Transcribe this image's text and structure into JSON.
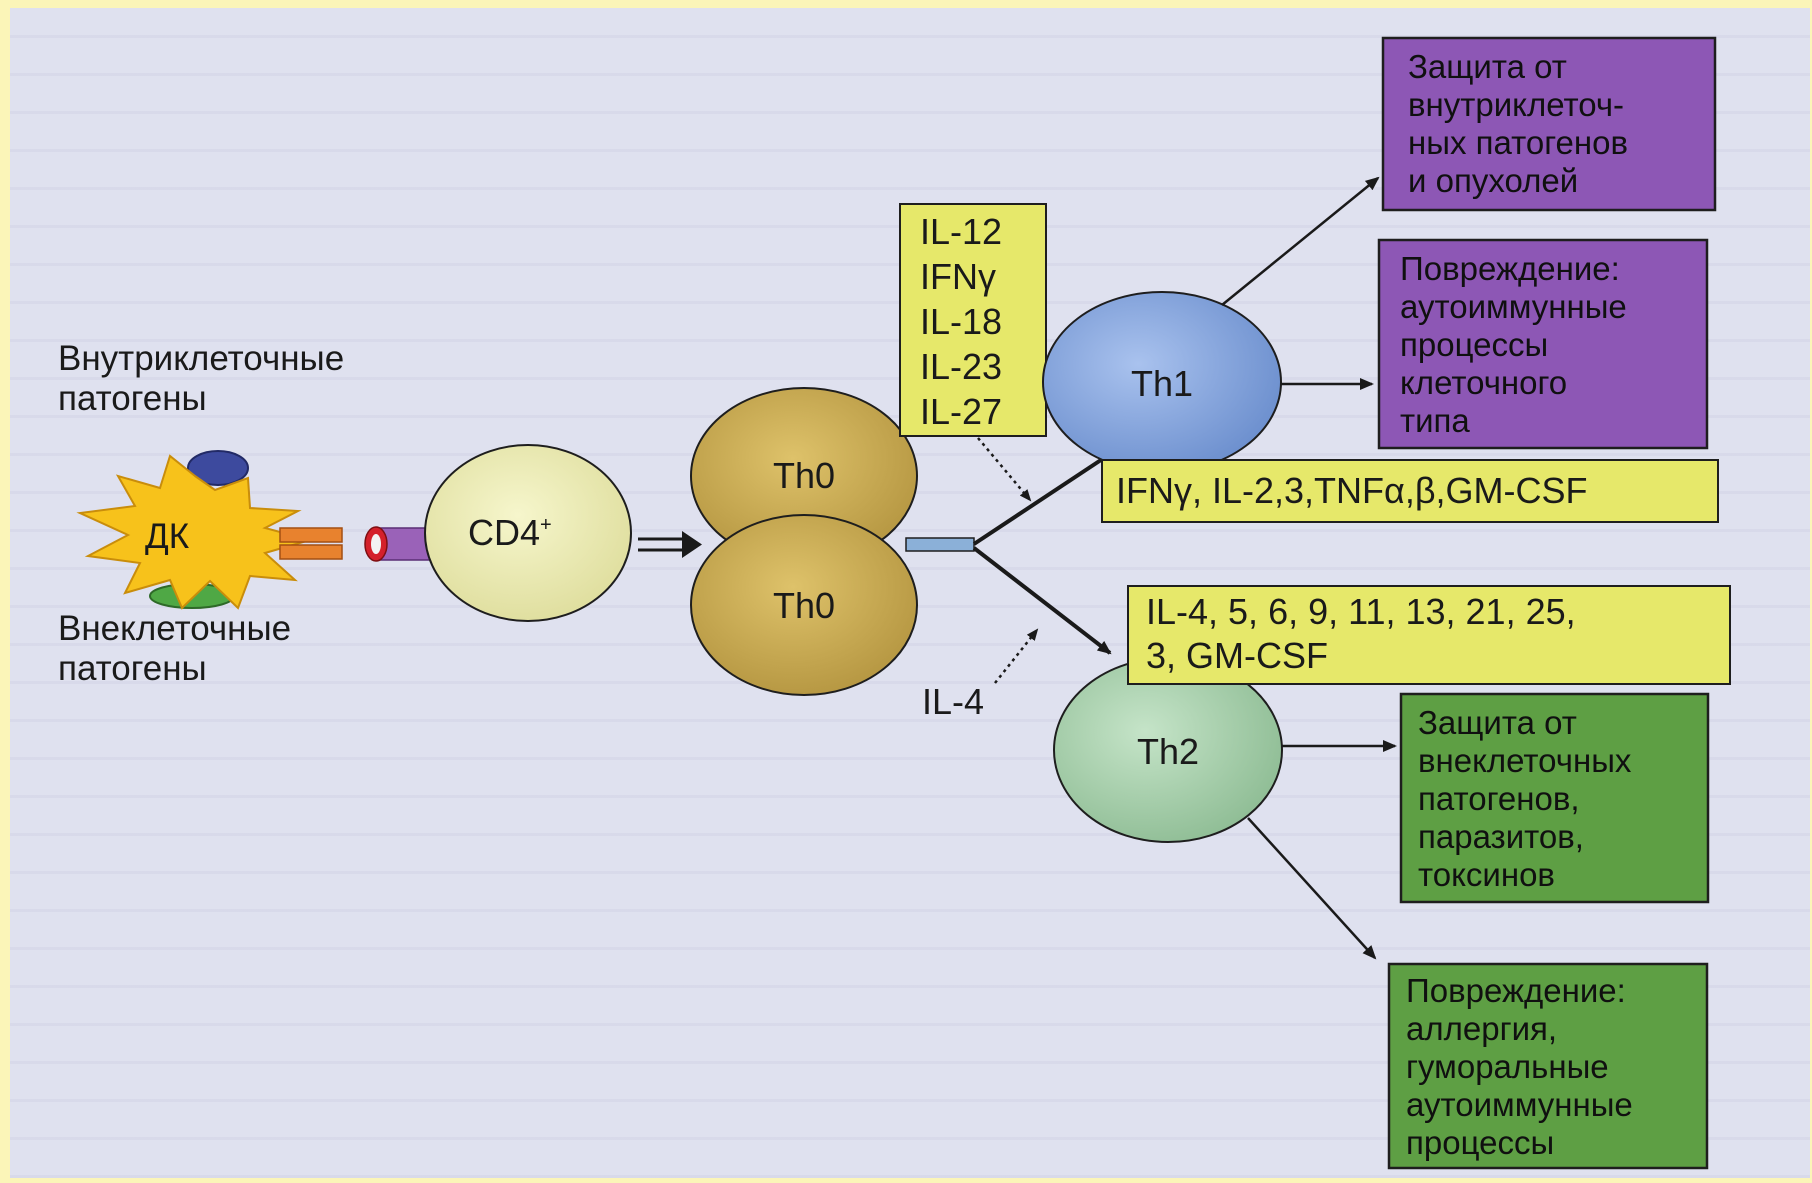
{
  "pathogens": {
    "intracellular": [
      "Внутриклеточные",
      "патогены"
    ],
    "extracellular": [
      "Внеклеточные",
      "патогены"
    ]
  },
  "cells": {
    "dc": "ДК",
    "cd4": "CD4",
    "cd4_sup": "+",
    "th0_top": "Th0",
    "th0_bottom": "Th0",
    "th1": "Th1",
    "th2": "Th2"
  },
  "inducers": {
    "th1_inducing": [
      "IL-12",
      "IFNγ",
      "IL-18",
      "IL-23",
      "IL-27"
    ],
    "th2_inducing": "IL-4"
  },
  "secreted": {
    "th1_cytokines": "IFNγ, IL-2,3,TNFα,β,GM-CSF",
    "th2_cytokines": [
      "IL-4, 5, 6, 9, 11, 13, 21, 25,",
      "3, GM-CSF"
    ]
  },
  "outcomes": {
    "th1_protection": [
      "Защита от",
      "внутриклеточ-",
      "ных патогенов",
      "и опухолей"
    ],
    "th1_damage": [
      "Повреждение:",
      "аутоиммунные",
      "процессы",
      "клеточного",
      "типа"
    ],
    "th2_protection": [
      "Защита от",
      "внеклеточных",
      "патогенов,",
      "паразитов,",
      "токсинов"
    ],
    "th2_damage": [
      "Повреждение:",
      "аллергия,",
      "гуморальные",
      "аутоиммунные",
      "процессы"
    ]
  },
  "colors": {
    "background": "#dfe1ef",
    "th1_box": "#8d57b5",
    "th2_box": "#5e9f44",
    "cytokine_box": "#e6e86a",
    "th0": "#c7ac4c",
    "th1": "#7ea1db",
    "th2": "#a3cfa8",
    "cd4": "#eeeeb2",
    "dc": "#f7c21b"
  }
}
